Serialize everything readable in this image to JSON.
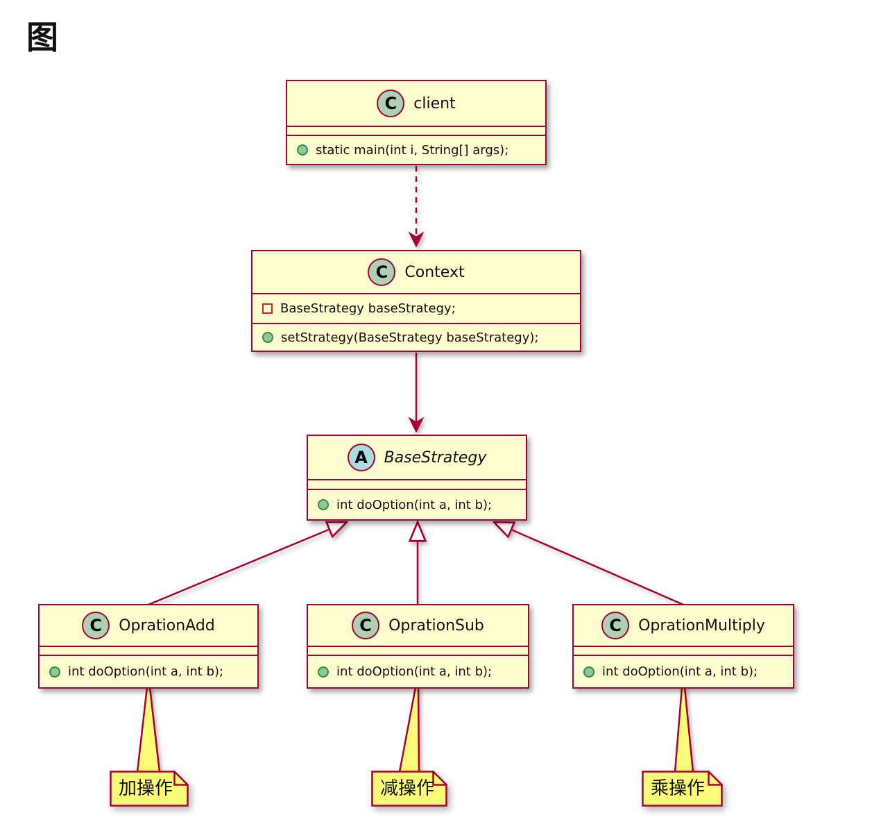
{
  "title": "图",
  "colors": {
    "line": "#A80036",
    "class_fill": "#FEFECE",
    "note_fill": "#FBFB77",
    "class_icon_fill": "#ADD1B2",
    "abstract_icon_fill": "#A9DCDF",
    "method_icon_fill": "#8FC98F",
    "method_icon_border": "#2E8B57",
    "field_icon_border": "#C82930"
  },
  "classes": [
    {
      "id": "client",
      "stereotype": "C",
      "name": "client",
      "fields": [],
      "methods": [
        "static main(int i, String[] args);"
      ]
    },
    {
      "id": "context",
      "stereotype": "C",
      "name": "Context",
      "fields": [
        "BaseStrategy baseStrategy;"
      ],
      "methods": [
        "setStrategy(BaseStrategy baseStrategy);"
      ]
    },
    {
      "id": "base-strategy",
      "stereotype": "A",
      "name": "BaseStrategy",
      "abstract": true,
      "fields": [],
      "methods": [
        "int doOption(int a, int b);"
      ]
    },
    {
      "id": "opration-add",
      "stereotype": "C",
      "name": "OprationAdd",
      "fields": [],
      "methods": [
        "int doOption(int a, int b);"
      ]
    },
    {
      "id": "opration-sub",
      "stereotype": "C",
      "name": "OprationSub",
      "fields": [],
      "methods": [
        "int doOption(int a, int b);"
      ]
    },
    {
      "id": "opration-multiply",
      "stereotype": "C",
      "name": "OprationMultiply",
      "fields": [],
      "methods": [
        "int doOption(int a, int b);"
      ]
    }
  ],
  "notes": [
    {
      "attached_to": "OprationAdd",
      "text": "加操作"
    },
    {
      "attached_to": "OprationSub",
      "text": "减操作"
    },
    {
      "attached_to": "OprationMultiply",
      "text": "乘操作"
    }
  ],
  "relations": [
    {
      "from": "client",
      "to": "Context",
      "type": "dashed-dependency-arrow"
    },
    {
      "from": "Context",
      "to": "BaseStrategy",
      "type": "solid-association-arrow"
    },
    {
      "from": "OprationAdd",
      "to": "BaseStrategy",
      "type": "extends-hollow-triangle"
    },
    {
      "from": "OprationSub",
      "to": "BaseStrategy",
      "type": "extends-hollow-triangle"
    },
    {
      "from": "OprationMultiply",
      "to": "BaseStrategy",
      "type": "extends-hollow-triangle"
    }
  ]
}
